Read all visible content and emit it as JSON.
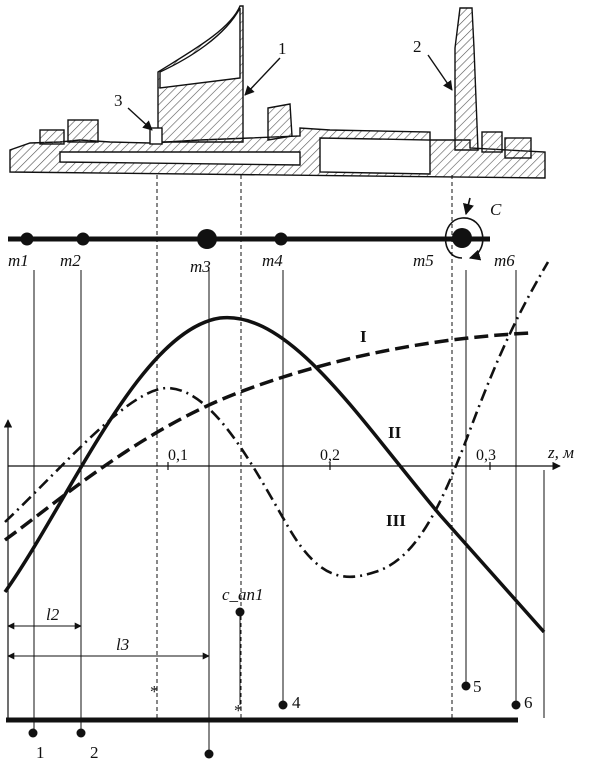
{
  "assembly": {
    "callouts": [
      "1",
      "2",
      "3"
    ]
  },
  "shaft_model": {
    "mass_labels": [
      "m1",
      "m2",
      "m3",
      "m4",
      "m5",
      "m6"
    ],
    "torque_label": "C"
  },
  "plot": {
    "x_ticks": [
      "0,1",
      "0,2",
      "0,3"
    ],
    "x_axis_label": "z, м",
    "curve_labels": [
      "I",
      "II",
      "III"
    ],
    "dim_labels": [
      "l2",
      "l3"
    ],
    "stiffness_label": "c_an1"
  },
  "supports": {
    "labels": [
      "1",
      "2",
      "4",
      "5",
      "6"
    ],
    "asterisk": "*"
  },
  "colors": {
    "ink": "#111111",
    "hatch": "#555555",
    "paper": "#ffffff"
  }
}
